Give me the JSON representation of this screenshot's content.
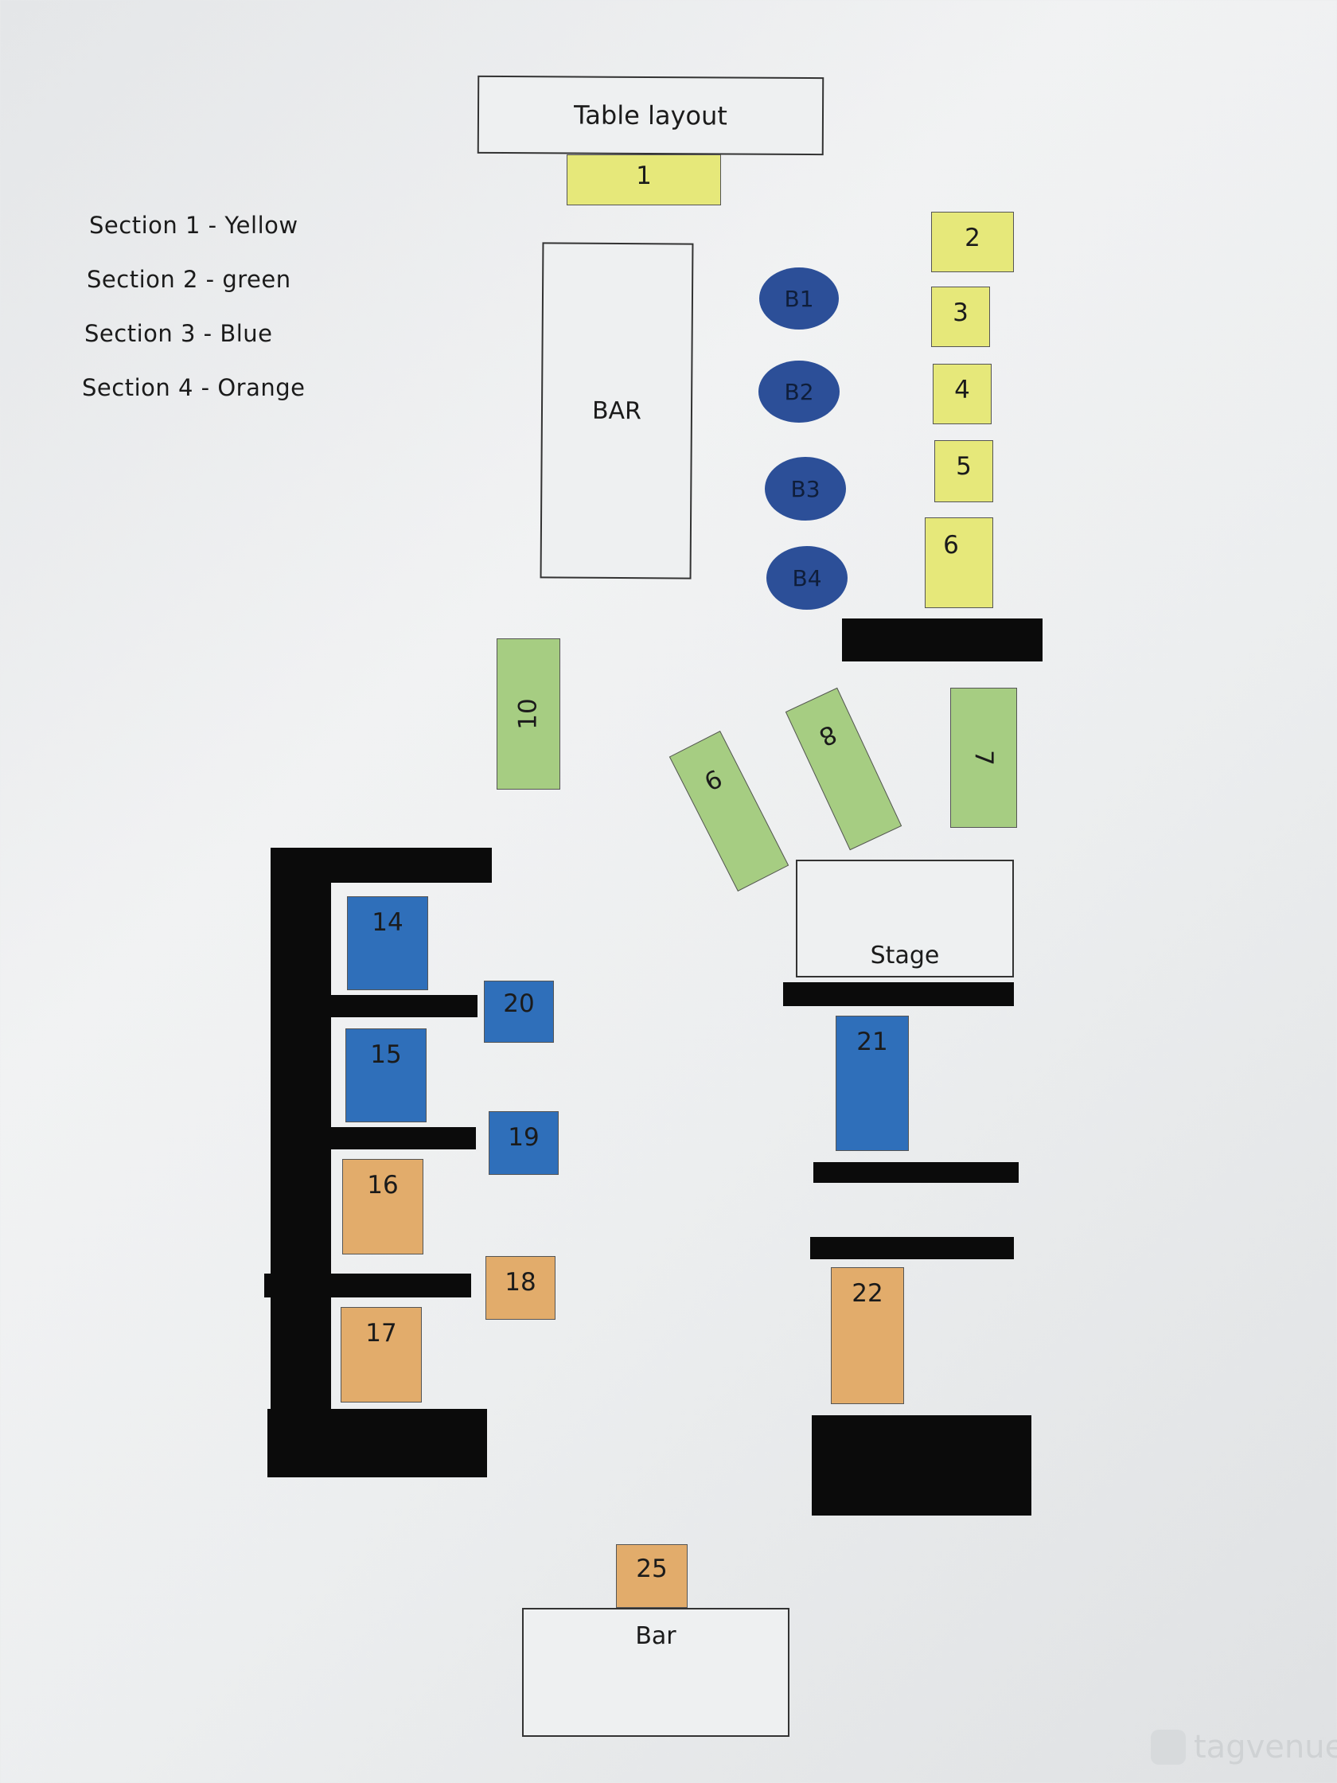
{
  "title": "Table layout",
  "legend": [
    "Section 1 - Yellow",
    "Section 2 - green",
    "Section 3 - Blue",
    "Section 4 - Orange"
  ],
  "areas": {
    "bar_top": "BAR",
    "stage": "Stage",
    "bar_bottom": "Bar"
  },
  "tables": {
    "t1": "1",
    "t2": "2",
    "t3": "3",
    "t4": "4",
    "t5": "5",
    "t6": "6",
    "t7": "7",
    "t8": "8",
    "t9": "9",
    "t10": "10",
    "b1": "B1",
    "b2": "B2",
    "b3": "B3",
    "b4": "B4",
    "t14": "14",
    "t15": "15",
    "t16": "16",
    "t17": "17",
    "t18": "18",
    "t19": "19",
    "t20": "20",
    "t21": "21",
    "t22": "22",
    "t25": "25"
  },
  "colors": {
    "section_1": "#e6e87a",
    "section_2": "#a6cd82",
    "section_3": "#2f6fba",
    "section_4": "#e2ac6b",
    "walls": "#0b0b0b"
  },
  "watermark": "tagvenue"
}
